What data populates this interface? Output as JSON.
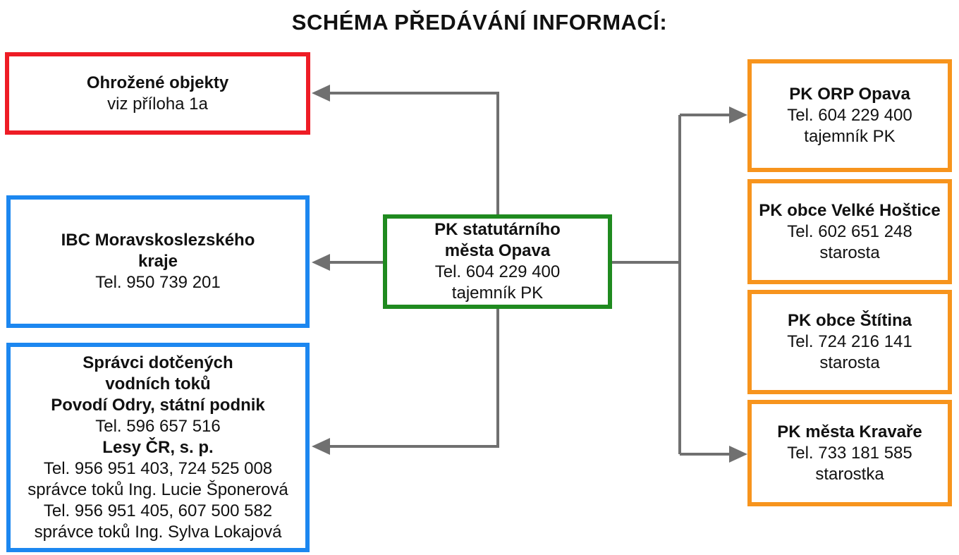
{
  "title": "SCHÉMA PŘEDÁVÁNÍ INFORMACÍ:",
  "colors": {
    "red": "#ee1c25",
    "blue": "#1c87f0",
    "green": "#1f8a1f",
    "orange": "#f7941d",
    "connector": "#707070"
  },
  "center": {
    "name_line1": "PK statutárního",
    "name_line2": "města Opava",
    "phone": "Tel. 604 229 400",
    "role": "tajemník PK"
  },
  "left": {
    "threatened": {
      "name": "Ohrožené objekty",
      "note": "viz příloha 1a"
    },
    "ibc": {
      "name_line1": "IBC Moravskoslezského",
      "name_line2": "kraje",
      "phone": "Tel. 950 739 201"
    },
    "managers": {
      "heading_line1": "Správci dotčených",
      "heading_line2": "vodních toků",
      "org1_name": "Povodí Odry, státní podnik",
      "org1_phone": "Tel. 596 657 516",
      "org2_name": "Lesy ČR, s. p.",
      "org2_phone1": "Tel. 956 951 403, 724 525 008",
      "org2_contact1": "správce toků Ing. Lucie Šponerová",
      "org2_phone2": "Tel. 956 951 405, 607 500 582",
      "org2_contact2": "správce toků Ing. Sylva Lokajová"
    }
  },
  "right": [
    {
      "name": "PK ORP Opava",
      "phone": "Tel.  604 229 400",
      "role": "tajemník PK"
    },
    {
      "name": "PK obce Velké Hoštice",
      "phone": "Tel. 602 651 248",
      "role": "starosta"
    },
    {
      "name": "PK obce Štítina",
      "phone": "Tel. 724 216 141",
      "role": "starosta"
    },
    {
      "name": "PK města Kravaře",
      "phone": "Tel. 733 181 585",
      "role": "starostka"
    }
  ]
}
